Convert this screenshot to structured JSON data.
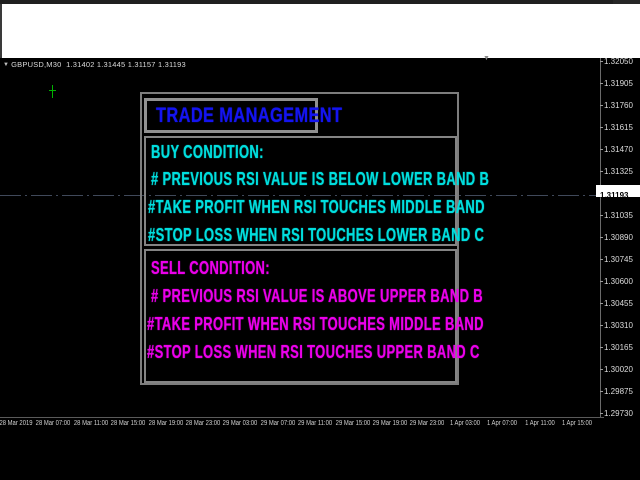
{
  "symbol_bar": {
    "dropdown_icon": "▼",
    "symbol": "GBPUSD,M30",
    "ohlc": {
      "open": "1.31402",
      "high": "1.31445",
      "low": "1.31157",
      "close": "1.31193"
    }
  },
  "scroll_marker_icon": "▼",
  "panel": {
    "title": "TRADE MANAGEMENT",
    "buy": {
      "heading": "BUY CONDITION:",
      "lines": [
        "# PREVIOUS RSI VALUE IS BELOW LOWER BAND B",
        "#TAKE PROFIT WHEN RSI TOUCHES MIDDLE BAND",
        "#STOP LOSS WHEN RSI TOUCHES LOWER BAND C"
      ]
    },
    "sell": {
      "heading": "SELL CONDITION:",
      "lines": [
        "# PREVIOUS RSI VALUE IS ABOVE UPPER BAND B",
        "#TAKE PROFIT WHEN RSI TOUCHES MIDDLE BAND",
        "#STOP LOSS WHEN RSI TOUCHES UPPER BAND C"
      ]
    },
    "colors": {
      "title": "#1414f0",
      "buy_text": "#00dede",
      "sell_text": "#ea00ea",
      "border": "#848484"
    }
  },
  "chart": {
    "marker": "green-doji-candle",
    "marker_color": "#00b200",
    "bid_line_price": "1.31193",
    "background": "#000000"
  },
  "price_scale": {
    "labels": [
      "1.32050",
      "1.31905",
      "1.31760",
      "1.31615",
      "1.31470",
      "1.31325",
      "1.31035",
      "1.30890",
      "1.30745",
      "1.30600",
      "1.30455",
      "1.30310",
      "1.30165",
      "1.30020",
      "1.29875",
      "1.29730"
    ],
    "current": "1.31193",
    "top_value": 1.3205,
    "step_value": 0.00145
  },
  "time_scale": {
    "labels": [
      "28 Mar 2019",
      "28 Mar 07:00",
      "28 Mar 11:00",
      "28 Mar 15:00",
      "28 Mar 19:00",
      "28 Mar 23:00",
      "29 Mar 03:00",
      "29 Mar 07:00",
      "29 Mar 11:00",
      "29 Mar 15:00",
      "29 Mar 19:00",
      "29 Mar 23:00",
      "1 Apr 03:00",
      "1 Apr 07:00",
      "1 Apr 11:00",
      "1 Apr 15:00"
    ]
  }
}
